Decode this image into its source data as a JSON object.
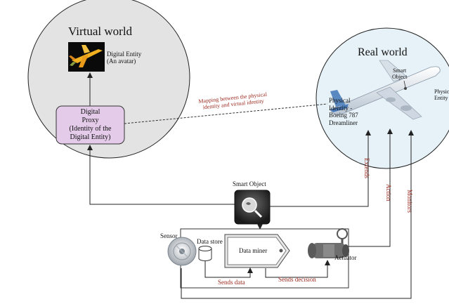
{
  "virtual_world": {
    "title": "Virtual world",
    "digital_entity": [
      "Digital Entity",
      "(An avatar)"
    ],
    "proxy": [
      "Digital",
      "Proxy",
      "(Identity of the",
      "Digital Entity)"
    ]
  },
  "real_world": {
    "title": "Real world",
    "smart_object": [
      "Smart",
      "Object"
    ],
    "physical_entity": [
      "Physical",
      "Entity"
    ],
    "physical_identity": [
      "Physical",
      "Identity -",
      "Boeing 787",
      "Dreamliner"
    ]
  },
  "mapping_label": [
    "Mapping between the physical",
    "identity and virtual identity"
  ],
  "smart_object_label": "Smart Object",
  "components": {
    "sensor": "Sensor",
    "data_store": "Data store",
    "data_miner": "Data miner",
    "actuator": "Actuator"
  },
  "arrow_labels": {
    "extends": "Extends",
    "action": "Action",
    "monitors": "Monitors",
    "sends_data": "Sends data",
    "sends_decision": "Sends decision"
  },
  "colors": {
    "virtual_fill": "#e4e3e3",
    "real_fill": "#e6f2f8",
    "proxy_fill": "#e3cbe9",
    "label_red": "#9b2a1f"
  }
}
